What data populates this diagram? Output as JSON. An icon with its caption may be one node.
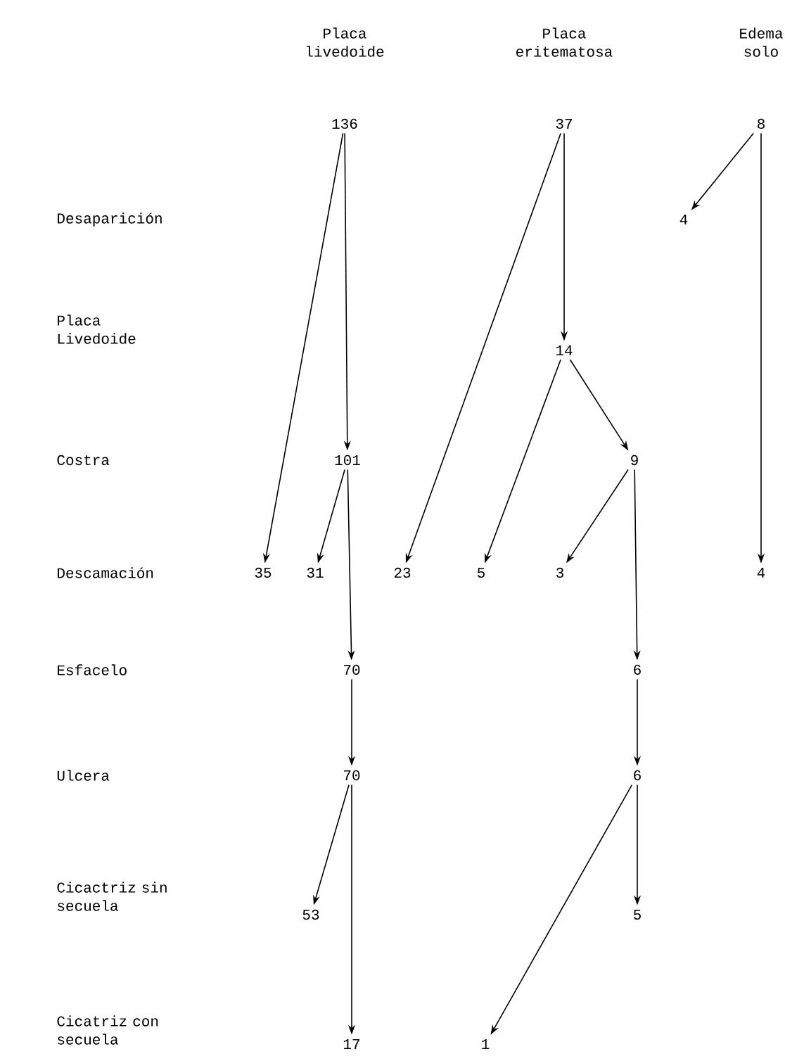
{
  "diagram": {
    "nodes": [
      {
        "text": [
          "136"
        ]
      },
      {
        "text": [
          "37"
        ]
      },
      {
        "text": [
          "8"
        ]
      },
      {
        "text": [
          "4"
        ]
      },
      {
        "text": [
          "14"
        ]
      },
      {
        "text": [
          "101"
        ]
      },
      {
        "text": [
          "9"
        ]
      },
      {
        "text": [
          "35"
        ]
      },
      {
        "text": [
          "31"
        ]
      },
      {
        "text": [
          "23"
        ]
      },
      {
        "text": [
          "5"
        ]
      },
      {
        "text": [
          "3"
        ]
      },
      {
        "text": [
          "4"
        ]
      },
      {
        "text": [
          "70"
        ]
      },
      {
        "text": [
          "6"
        ]
      },
      {
        "text": [
          "70"
        ]
      },
      {
        "text": [
          "6"
        ]
      },
      {
        "text": [
          "53"
        ]
      },
      {
        "text": [
          "5"
        ]
      },
      {
        "text": [
          "17"
        ]
      },
      {
        "text": [
          "1"
        ]
      }
    ],
    "edges": [
      {
        "from": 0,
        "to": 7,
        "arrow": "to"
      },
      {
        "from": 0,
        "to": 5,
        "arrow": "to"
      },
      {
        "from": 1,
        "to": 9,
        "arrow": "to"
      },
      {
        "from": 1,
        "to": 4,
        "arrow": "to"
      },
      {
        "from": 2,
        "to": 3,
        "arrow": "to"
      },
      {
        "from": 2,
        "to": 12,
        "arrow": "to"
      },
      {
        "from": 4,
        "to": 10,
        "arrow": "to"
      },
      {
        "from": 4,
        "to": 6,
        "arrow": "to"
      },
      {
        "from": 5,
        "to": 8,
        "arrow": "to"
      },
      {
        "from": 5,
        "to": 13,
        "arrow": "to"
      },
      {
        "from": 6,
        "to": 11,
        "arrow": "to"
      },
      {
        "from": 6,
        "to": 14,
        "arrow": "to"
      },
      {
        "from": 13,
        "to": 15,
        "arrow": "to"
      },
      {
        "from": 14,
        "to": 16,
        "arrow": "to"
      },
      {
        "from": 15,
        "to": 17,
        "arrow": "to"
      },
      {
        "from": 15,
        "to": 19,
        "arrow": "to"
      },
      {
        "from": 16,
        "to": 18,
        "arrow": "to"
      },
      {
        "from": 16,
        "to": 20,
        "arrow": "to"
      }
    ],
    "labels": [
      "Placa livedoide",
      "Placa eritematosa",
      "Edema solo",
      "Desaparición",
      "Placa Livedoide",
      "Costra",
      "Descamación",
      "Esfacelo",
      "Ulcera",
      "Cicactriz sin secuela",
      "Cicatriz con secuela"
    ]
  }
}
